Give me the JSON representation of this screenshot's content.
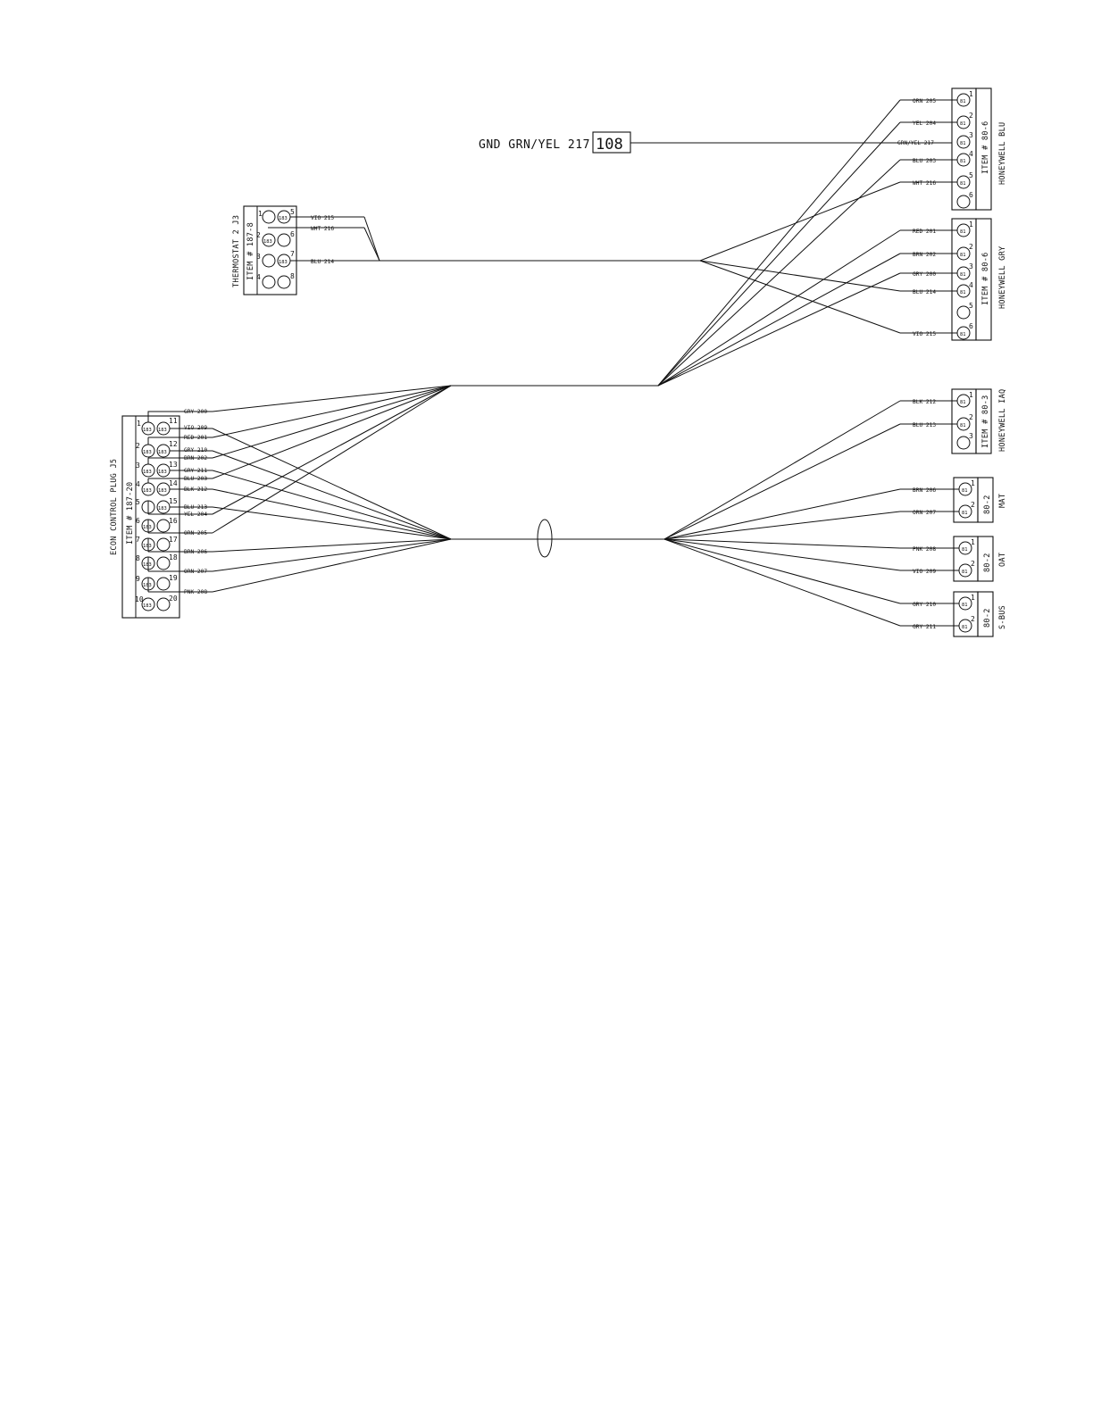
{
  "ground": {
    "label": "GND GRN/YEL 217",
    "ref": "108"
  },
  "connectors": {
    "thermostat": {
      "label": "THERMOSTAT 2 J3",
      "item": "ITEM # 187-8",
      "pins": [
        "1",
        "2",
        "3",
        "4",
        "5",
        "6",
        "7",
        "8"
      ],
      "tag": "183",
      "wires": [
        "VIO 215",
        "WHT 216",
        "BLU 214"
      ]
    },
    "econ": {
      "label": "ECON CONTROL PLUG J5",
      "item": "ITEM # 187-20",
      "pins": [
        "1",
        "2",
        "3",
        "4",
        "5",
        "6",
        "7",
        "8",
        "9",
        "10",
        "11",
        "12",
        "13",
        "14",
        "15",
        "16",
        "17",
        "18",
        "19",
        "20"
      ],
      "tag": "183",
      "wires": [
        "GRY 200",
        "VIO 209",
        "RED 201",
        "GRY 210",
        "BRN 202",
        "GRY 211",
        "BLU 203",
        "BLK 212",
        "BLU 213",
        "YEL 204",
        "ORN 205",
        "BRN 206",
        "ORN 207",
        "PNK 208"
      ]
    },
    "honeywell_blu": {
      "label": "HONEYWELL BLU",
      "item": "ITEM # 80-6",
      "pins": [
        "1",
        "2",
        "3",
        "4",
        "5",
        "6"
      ],
      "tag": "81",
      "wires": [
        "ORN 205",
        "YEL 204",
        "GRN/YEL 217",
        "BLU 203",
        "WHT 216"
      ]
    },
    "honeywell_gry": {
      "label": "HONEYWELL GRY",
      "item": "ITEM # 80-6",
      "pins": [
        "1",
        "2",
        "3",
        "4",
        "5",
        "6"
      ],
      "tag": "81",
      "wires": [
        "RED 201",
        "BRN 202",
        "GRY 200",
        "BLU 214",
        "VIO 215"
      ]
    },
    "honeywell_iaq": {
      "label": "HONEYWELL IAQ",
      "item": "ITEM # 80-3",
      "pins": [
        "1",
        "2",
        "3"
      ],
      "tag": "81",
      "wires": [
        "BLK 212",
        "BLU 213"
      ]
    },
    "mat": {
      "label": "MAT",
      "item": "80-2",
      "pins": [
        "1",
        "2"
      ],
      "tag": "81",
      "wires": [
        "BRN 206",
        "ORN 207"
      ]
    },
    "oat": {
      "label": "OAT",
      "item": "80-2",
      "pins": [
        "1",
        "2"
      ],
      "tag": "81",
      "wires": [
        "PNK 208",
        "VIO 209"
      ]
    },
    "sbus": {
      "label": "S-BUS",
      "item": "80-2",
      "pins": [
        "1",
        "2"
      ],
      "tag": "81",
      "wires": [
        "GRY 210",
        "GRY 211"
      ]
    }
  }
}
